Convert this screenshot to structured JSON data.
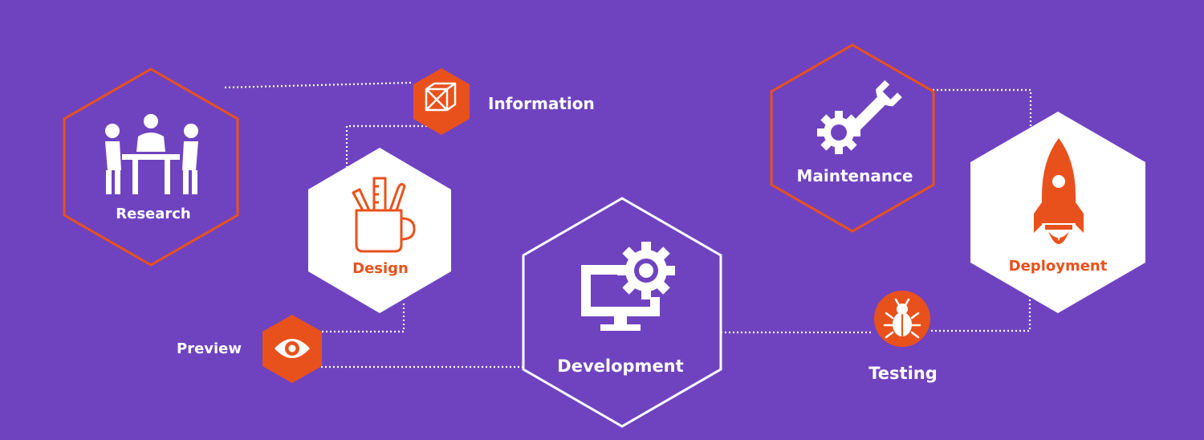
{
  "colors": {
    "background": "#6f43c0",
    "accent": "#e9511c",
    "white": "#ffffff"
  },
  "nodes": {
    "research": {
      "label": "Research",
      "icon": "team-meeting-icon"
    },
    "design": {
      "label": "Design",
      "icon": "design-tools-mug-icon"
    },
    "development": {
      "label": "Development",
      "icon": "monitor-gear-icon"
    },
    "maintenance": {
      "label": "Maintenance",
      "icon": "wrench-gear-icon"
    },
    "deployment": {
      "label": "Deployment",
      "icon": "rocket-icon"
    }
  },
  "badges": {
    "information": {
      "label": "Information",
      "icon": "cube-icon"
    },
    "preview": {
      "label": "Preview",
      "icon": "eye-icon"
    },
    "testing": {
      "label": "Testing",
      "icon": "bug-icon"
    }
  }
}
